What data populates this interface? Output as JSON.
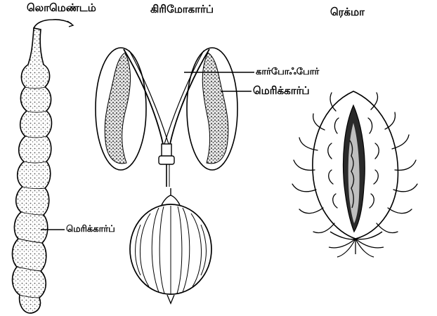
{
  "titles": {
    "lomentum": "லொமெண்டம்",
    "cremocarp": "கிரிமோகார்ப்",
    "regma": "ரெக்மா"
  },
  "callouts": {
    "carpophore": "கார்போஃபோர்",
    "mericarp_cremocarp": "மெரிக்கார்ப்",
    "mericarp_lomentum": "மெரிக்கார்ப்"
  }
}
